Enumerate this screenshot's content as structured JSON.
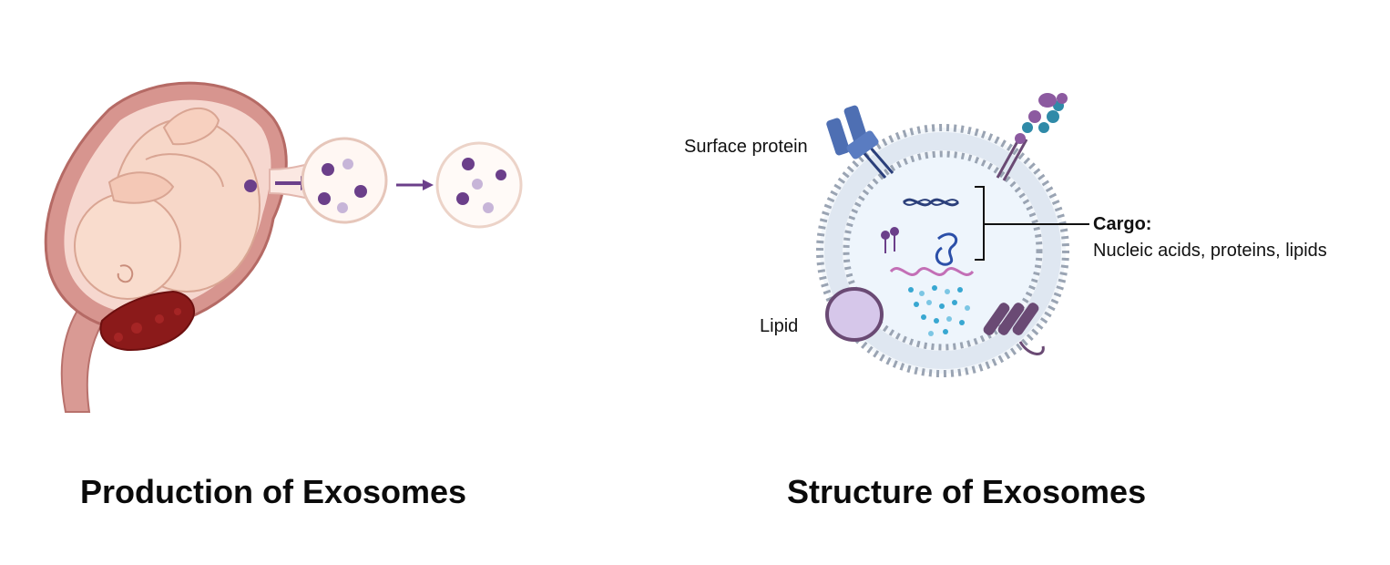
{
  "production": {
    "title": "Production of Exosomes"
  },
  "structure": {
    "title": "Structure of Exosomes",
    "labels": {
      "surface_protein": "Surface protein",
      "lipid": "Lipid",
      "cargo_title": "Cargo:",
      "cargo_detail": "Nucleic acids, proteins, lipids"
    }
  },
  "colors": {
    "uterus": "#c98a86",
    "uterus_inner": "#f3cfc8",
    "fetus": "#f6d4c4",
    "placenta": "#8e1c1c",
    "vesicle_dark": "#6b3f8a",
    "vesicle_light": "#c7b5d8",
    "membrane_head": "#9aa4b3",
    "membrane_core": "#e9f1fa",
    "surface_protein": "#4e6fb3",
    "glyco_protein": "#2f8aa8",
    "lipid_body": "#d6c7ea",
    "transmembrane": "#6a4a74",
    "rna": "#c36fb6",
    "dots": "#38a7d1"
  }
}
